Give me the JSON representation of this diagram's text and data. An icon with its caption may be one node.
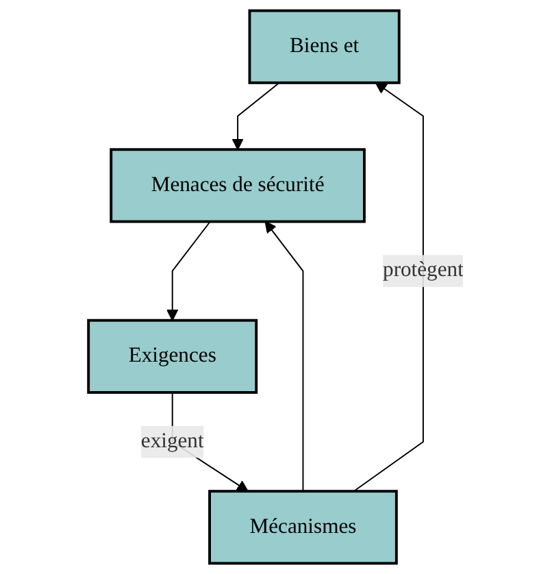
{
  "diagram": {
    "nodes": [
      {
        "text": [
          "Biens et"
        ]
      },
      {
        "text": [
          "Menaces de sécurité"
        ]
      },
      {
        "text": [
          "Exigences"
        ]
      },
      {
        "text": [
          "Mécanismes"
        ]
      }
    ],
    "edges": [
      {
        "from": 0,
        "to": 1,
        "arrow": "to"
      },
      {
        "from": 1,
        "to": 2,
        "arrow": "to"
      },
      {
        "from": 2,
        "to": 3,
        "label": "exigent",
        "arrow": "to"
      },
      {
        "from": 3,
        "to": 1,
        "arrow": "to"
      },
      {
        "from": 3,
        "to": 0,
        "label": "protègent",
        "arrow": "to"
      }
    ]
  }
}
